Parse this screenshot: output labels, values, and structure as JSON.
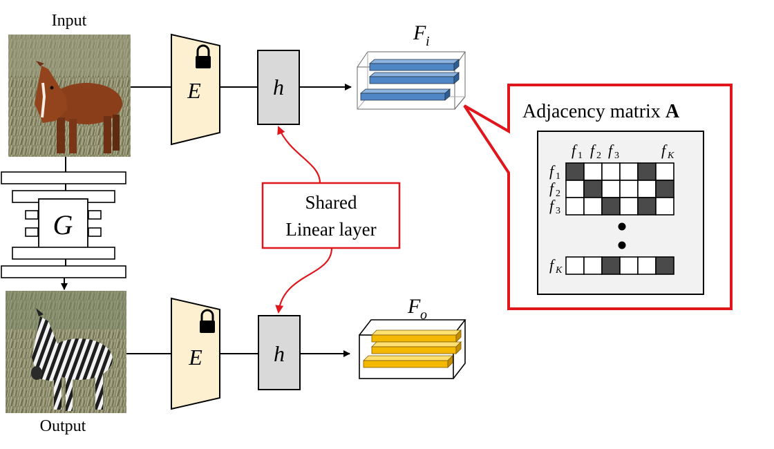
{
  "labels": {
    "input": "Input",
    "output": "Output",
    "generator": "G",
    "encoder": "E",
    "head": "h",
    "feat_in_base": "F",
    "feat_in_sub": "i",
    "feat_out_base": "F",
    "feat_out_sub": "o",
    "shared_line1": "Shared",
    "shared_line2": "Linear layer",
    "adj_title_text": "Adjacency matrix ",
    "adj_title_bold": "A",
    "f": "f",
    "sub_1": "1",
    "sub_2": "2",
    "sub_3": "3",
    "sub_K": "K"
  },
  "matrix": {
    "rows": [
      [
        1,
        0,
        0,
        0,
        1,
        0
      ],
      [
        0,
        1,
        0,
        0,
        0,
        1
      ],
      [
        0,
        0,
        1,
        0,
        1,
        0
      ],
      [
        0,
        0,
        1,
        0,
        0,
        1
      ]
    ]
  },
  "colors": {
    "encoder_fill": "#fdf0d0",
    "h_fill": "#d9d9d9",
    "blue_bar": "#4f86c6",
    "yellow_bar": "#f5b800",
    "red": "#e0161c",
    "dark_cell": "#4a4a4a",
    "panel_bg": "#f2f2f2"
  },
  "icons": [
    "lock-icon",
    "horse-photo",
    "zebra-photo"
  ]
}
